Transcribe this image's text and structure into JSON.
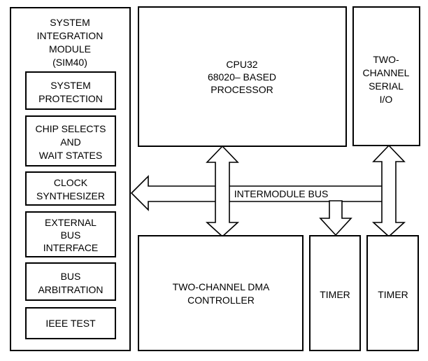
{
  "sim": {
    "title_lines": [
      "SYSTEM",
      "INTEGRATION",
      "MODULE",
      "(SIM40)"
    ],
    "submodules": [
      {
        "lines": [
          "SYSTEM",
          "PROTECTION"
        ]
      },
      {
        "lines": [
          "CHIP SELECTS",
          "AND",
          "WAIT STATES"
        ]
      },
      {
        "lines": [
          "CLOCK",
          "SYNTHESIZER"
        ]
      },
      {
        "lines": [
          "EXTERNAL",
          "BUS",
          "INTERFACE"
        ]
      },
      {
        "lines": [
          "BUS",
          "ARBITRATION"
        ]
      },
      {
        "lines": [
          "IEEE TEST"
        ]
      }
    ]
  },
  "cpu": {
    "lines": [
      "CPU32",
      "68020– BASED",
      "PROCESSOR"
    ]
  },
  "serial": {
    "lines": [
      "TWO-",
      "CHANNEL",
      "SERIAL",
      "I/O"
    ]
  },
  "dma": {
    "lines": [
      "TWO-CHANNEL DMA",
      "CONTROLLER"
    ]
  },
  "timer1": {
    "lines": [
      "TIMER"
    ]
  },
  "timer2": {
    "lines": [
      "TIMER"
    ]
  },
  "bus": {
    "label": "INTERMODULE BUS"
  }
}
